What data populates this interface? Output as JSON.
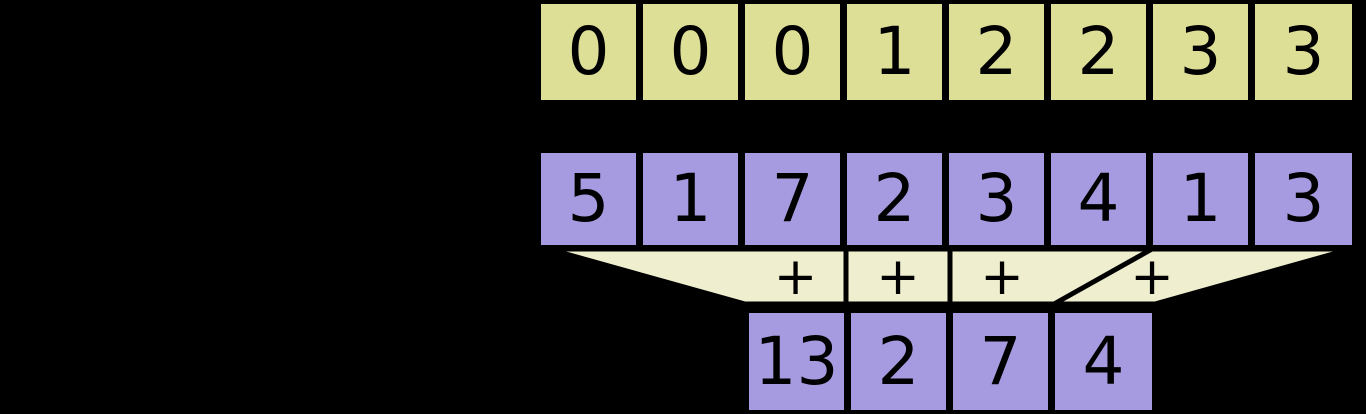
{
  "diagram": {
    "title": "segment-sum-reduction",
    "background_color": "#000000",
    "colors": {
      "index_row": "#dedf97",
      "value_row": "#a69be0",
      "output_row": "#a69be0",
      "funnel": "#efefcf",
      "stroke": "#000000",
      "text": "#000000"
    },
    "rows": {
      "segment_ids": {
        "name": "segment-ids-row",
        "cells": [
          "0",
          "0",
          "0",
          "1",
          "2",
          "2",
          "3",
          "3"
        ]
      },
      "values": {
        "name": "values-row",
        "cells": [
          "5",
          "1",
          "7",
          "2",
          "3",
          "4",
          "1",
          "3"
        ]
      },
      "operators": {
        "name": "operator-row",
        "cells": [
          "+",
          "+",
          "+",
          "+"
        ]
      },
      "output": {
        "name": "output-row",
        "cells": [
          "13",
          "2",
          "7",
          "4"
        ]
      }
    }
  }
}
